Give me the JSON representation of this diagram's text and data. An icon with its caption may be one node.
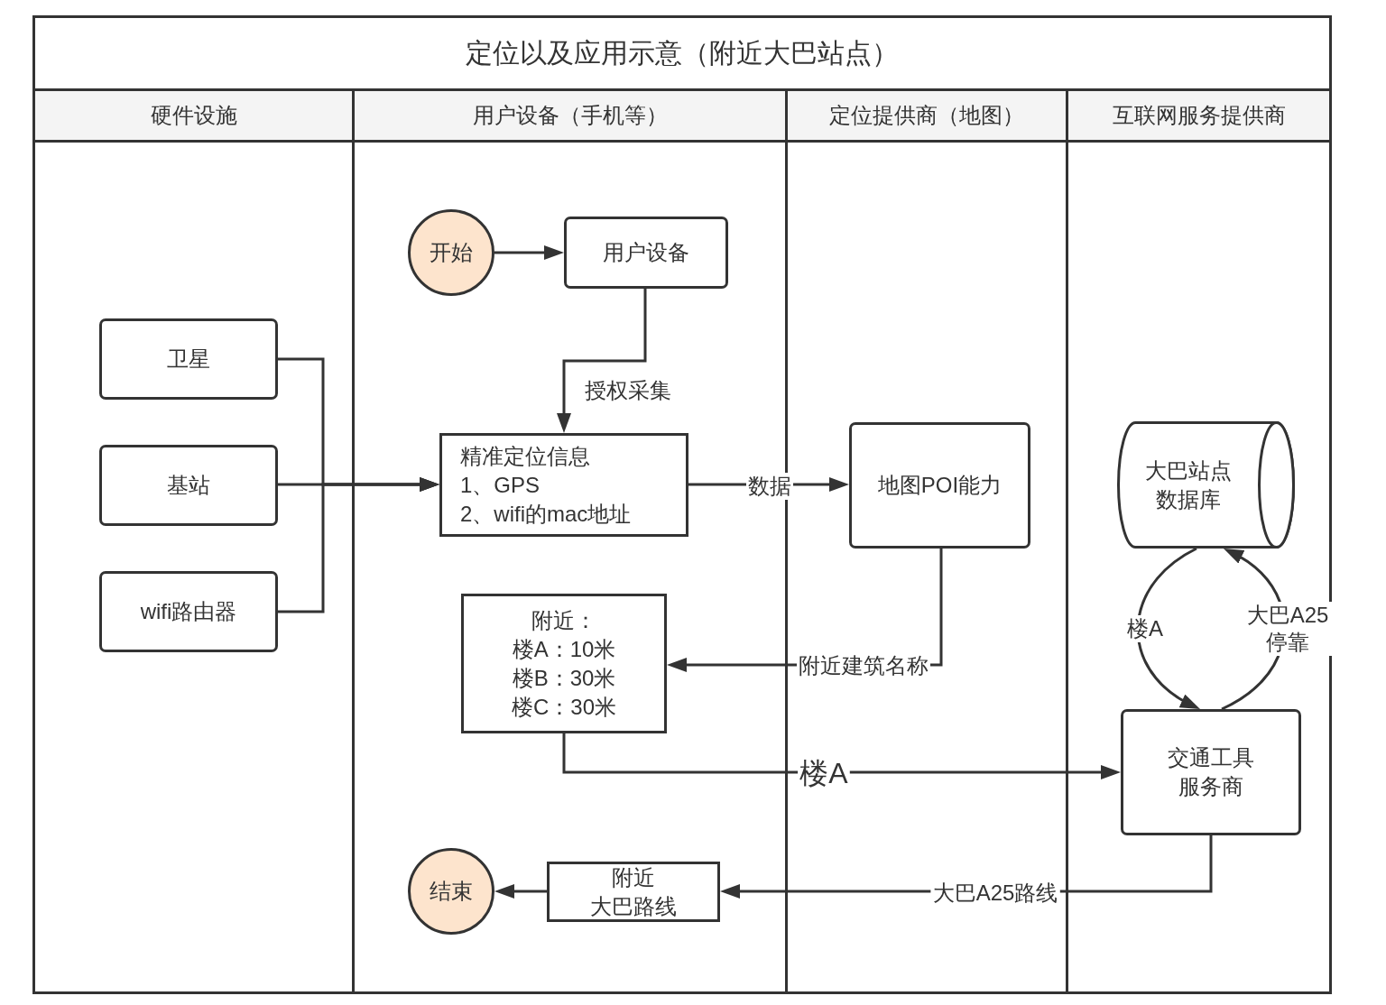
{
  "diagram": {
    "nodes": [
      {
        "text": [
          "定位以及应用示意（附近大巴站点）"
        ]
      },
      {
        "text": [
          "硬件设施"
        ],
        "in": 0
      },
      {
        "text": [
          "用户设备（手机等）"
        ],
        "in": 0
      },
      {
        "text": [
          "定位提供商（地图）"
        ],
        "in": 0
      },
      {
        "text": [
          "互联网服务提供商"
        ],
        "in": 0
      },
      {
        "text": [
          "开始"
        ],
        "in": 2
      },
      {
        "text": [
          "用户设备"
        ],
        "in": 2
      },
      {
        "text": [
          "卫星"
        ],
        "in": 1
      },
      {
        "text": [
          "基站"
        ],
        "in": 1
      },
      {
        "text": [
          "wifi路由器"
        ],
        "in": 1
      },
      {
        "text": [
          "精准定位信息",
          "1、GPS",
          "2、wifi的mac地址"
        ],
        "in": 2
      },
      {
        "text": [
          "地图POI能力"
        ],
        "in": 3
      },
      {
        "text": [
          "大巴站点数据库"
        ],
        "in": 4
      },
      {
        "text": [
          "附近：",
          "楼A：10米",
          "楼B：30米",
          "楼C：30米"
        ],
        "in": 2
      },
      {
        "text": [
          "交通工具服务商"
        ],
        "in": 4
      },
      {
        "text": [
          "结束"
        ],
        "in": 2
      },
      {
        "text": [
          "附近大巴路线"
        ],
        "in": 2
      }
    ],
    "edges": [
      {
        "from": 5,
        "to": 6,
        "arrow": "to"
      },
      {
        "from": 6,
        "to": 10,
        "arrow": "to",
        "label": "授权采集"
      },
      {
        "from": 7,
        "to": 10,
        "arrow": "to"
      },
      {
        "from": 8,
        "to": 10,
        "arrow": "to"
      },
      {
        "from": 9,
        "to": 10,
        "arrow": "to"
      },
      {
        "from": 10,
        "to": 11,
        "arrow": "to",
        "label": "数据"
      },
      {
        "from": 11,
        "to": 13,
        "arrow": "to",
        "label": "附近建筑名称"
      },
      {
        "from": 13,
        "to": 14,
        "arrow": "to",
        "label": "楼A"
      },
      {
        "from": 12,
        "to": 14,
        "arrow": "to",
        "label": "楼A"
      },
      {
        "from": 14,
        "to": 12,
        "arrow": "to",
        "label": "大巴A25停靠"
      },
      {
        "from": 14,
        "to": 16,
        "arrow": "to",
        "label": "大巴A25路线"
      },
      {
        "from": 16,
        "to": 15,
        "arrow": "to"
      }
    ]
  }
}
